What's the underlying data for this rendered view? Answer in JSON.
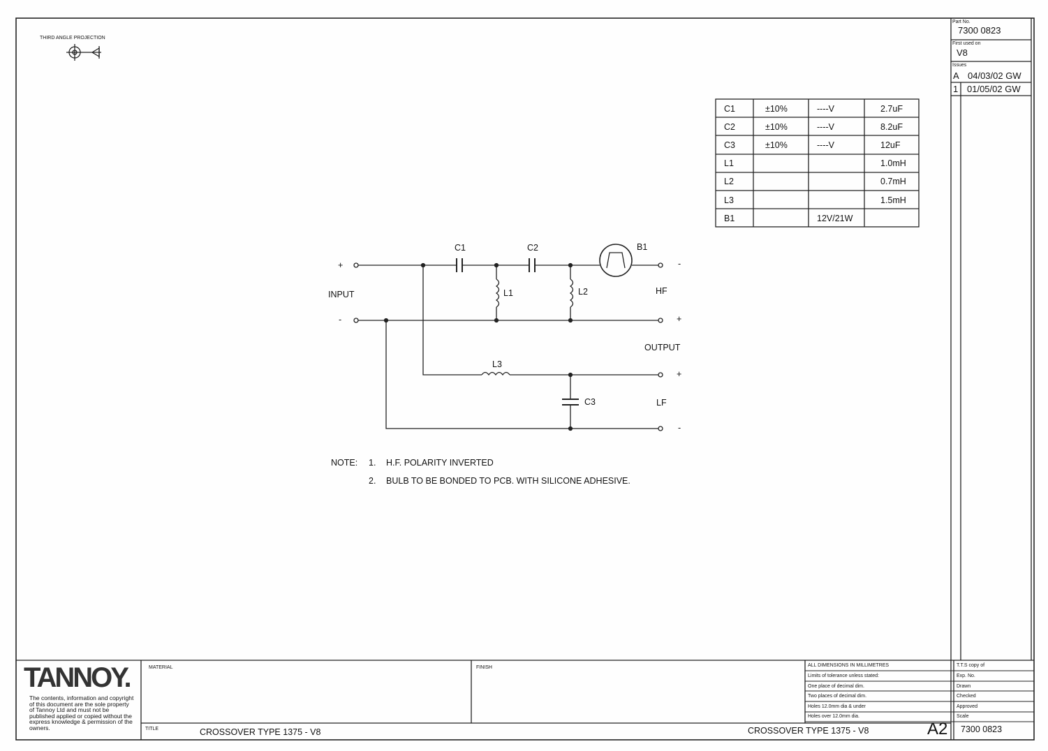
{
  "projection": {
    "label": "THIRD ANGLE PROJECTION"
  },
  "sidebar": {
    "part_no_label": "Part No.",
    "part_no": "7300 0823",
    "first_used_label": "First used on",
    "first_used": "V8",
    "issues_label": "Issues",
    "issues": [
      {
        "rev": "A",
        "entry": "04/03/02 GW"
      },
      {
        "rev": "1",
        "entry": "01/05/02 GW"
      }
    ]
  },
  "components": [
    {
      "ref": "C1",
      "tol": "±10%",
      "volt": "----V",
      "value": "2.7uF"
    },
    {
      "ref": "C2",
      "tol": "±10%",
      "volt": "----V",
      "value": "8.2uF"
    },
    {
      "ref": "C3",
      "tol": "±10%",
      "volt": "----V",
      "value": "12uF"
    },
    {
      "ref": "L1",
      "tol": "",
      "volt": "",
      "value": "1.0mH"
    },
    {
      "ref": "L2",
      "tol": "",
      "volt": "",
      "value": "0.7mH"
    },
    {
      "ref": "L3",
      "tol": "",
      "volt": "",
      "value": "1.5mH"
    },
    {
      "ref": "B1",
      "tol": "",
      "volt": "12V/21W",
      "value": ""
    }
  ],
  "schematic": {
    "c1": "C1",
    "c2": "C2",
    "b1": "B1",
    "l1": "L1",
    "l2": "L2",
    "l3": "L3",
    "c3": "C3",
    "input": "INPUT",
    "output": "OUTPUT",
    "hf": "HF",
    "lf": "LF",
    "plus": "+",
    "minus": "-"
  },
  "notes": {
    "label": "NOTE:",
    "items": [
      {
        "n": "1.",
        "text": "H.F. POLARITY INVERTED"
      },
      {
        "n": "2.",
        "text": "BULB TO BE BONDED TO PCB. WITH SILICONE ADHESIVE."
      }
    ]
  },
  "title_block": {
    "logo": "TANNOY.",
    "copyright": "The contents, information and copyright of this document are the sole property of Tannoy Ltd and must not be published applied or copied without the express knowledge & permission of the owners.",
    "material_label": "MATERIAL",
    "finish_label": "FINISH",
    "title_label": "TITLE",
    "title": "CROSSOVER TYPE 1375 - V8",
    "title_right": "CROSSOVER TYPE 1375 - V8",
    "tolerances": [
      "ALL DIMENSIONS IN MILLIMETRES",
      "Limits of tolerance unless stated:",
      "One place of decimal dim.",
      "Two places of decimal dim.",
      "Holes 12.0mm dia & under",
      "Holes over 12.0mm dia."
    ],
    "approvals": [
      "T.T.S copy of",
      "Exp. No.",
      "Drawn",
      "Checked",
      "Approved",
      "Scale"
    ],
    "size": "A2",
    "drawing_no": "7300 0823"
  }
}
